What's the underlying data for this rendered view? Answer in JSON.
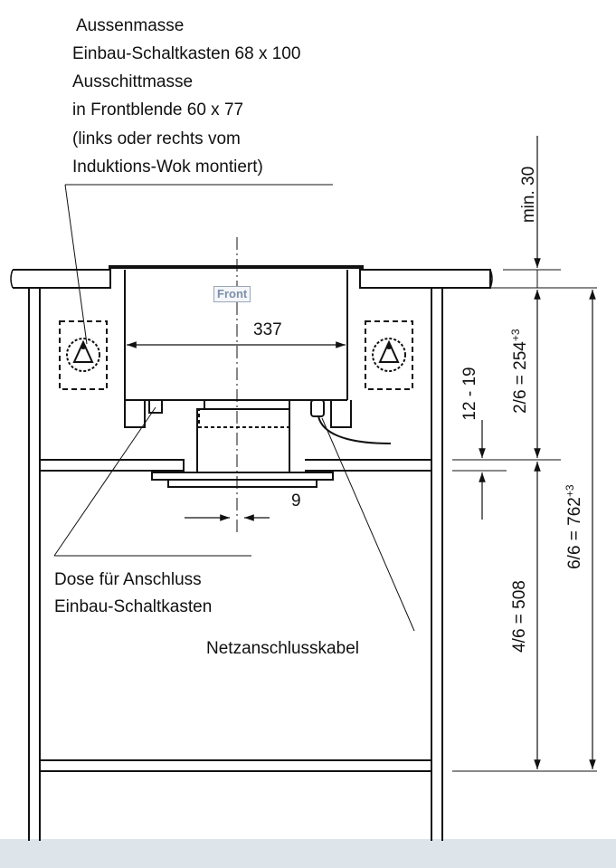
{
  "labels": {
    "top_note": [
      "Aussenmasse",
      "Einbau-Schaltkasten 68 x 100",
      "Ausschittmasse",
      "in Frontblende 60 x 77",
      "(links oder rechts vom",
      "Induktions-Wok montiert)"
    ],
    "front": "Front",
    "dose": [
      "Dose für Anschluss",
      "Einbau-Schaltkasten"
    ],
    "netz": "Netzanschlusskabel"
  },
  "dimensions": {
    "width_337": "337",
    "gap_9": "9",
    "range_12_19": "12 - 19",
    "min_30": "min. 30",
    "d254": {
      "base": "2/6 = 254",
      "sup": "+3"
    },
    "d508": "4/6 = 508",
    "d762": {
      "base": "6/6 = 762",
      "sup": "+3"
    }
  },
  "colors": {
    "line": "#111111",
    "floor": "#dde4ea",
    "front_badge": "#7d8fa8"
  }
}
